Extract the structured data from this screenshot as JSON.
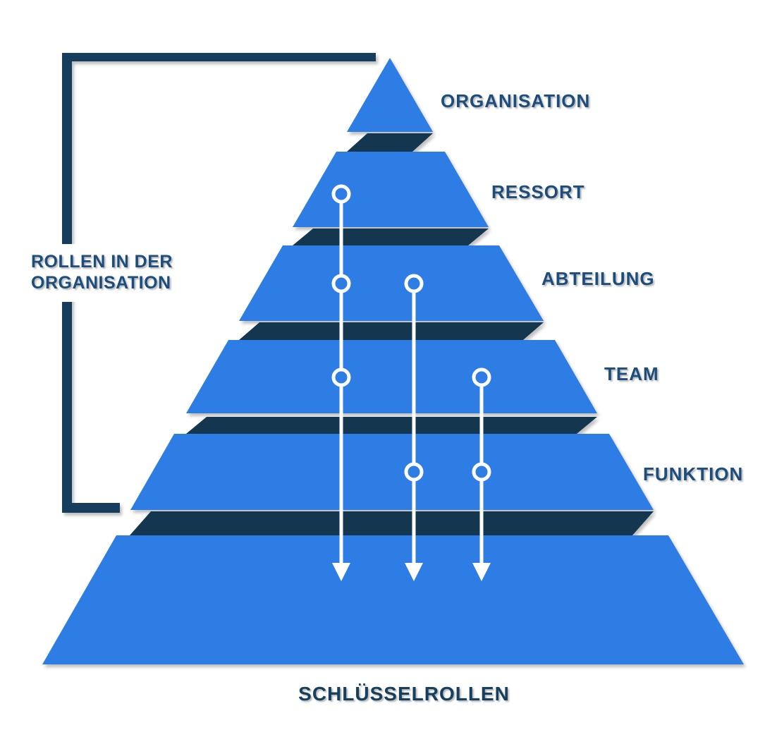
{
  "pyramid": {
    "side_label": {
      "line1": "ROLLEN IN DER",
      "line2": "ORGANISATION"
    },
    "levels": [
      {
        "label": "ORGANISATION"
      },
      {
        "label": "RESSORT"
      },
      {
        "label": "ABTEILUNG"
      },
      {
        "label": "TEAM"
      },
      {
        "label": "FUNKTION"
      },
      {
        "label": "SCHLÜSSELROLLEN"
      }
    ],
    "colors": {
      "layer_blue": "#2e7de4",
      "band_dark": "#14374f",
      "label_navy": "#1c4d7c",
      "bottom_label_navy": "#17405f",
      "bracket_navy": "#163c5e",
      "arrow_white": "#ffffff",
      "background": "#ffffff"
    }
  }
}
